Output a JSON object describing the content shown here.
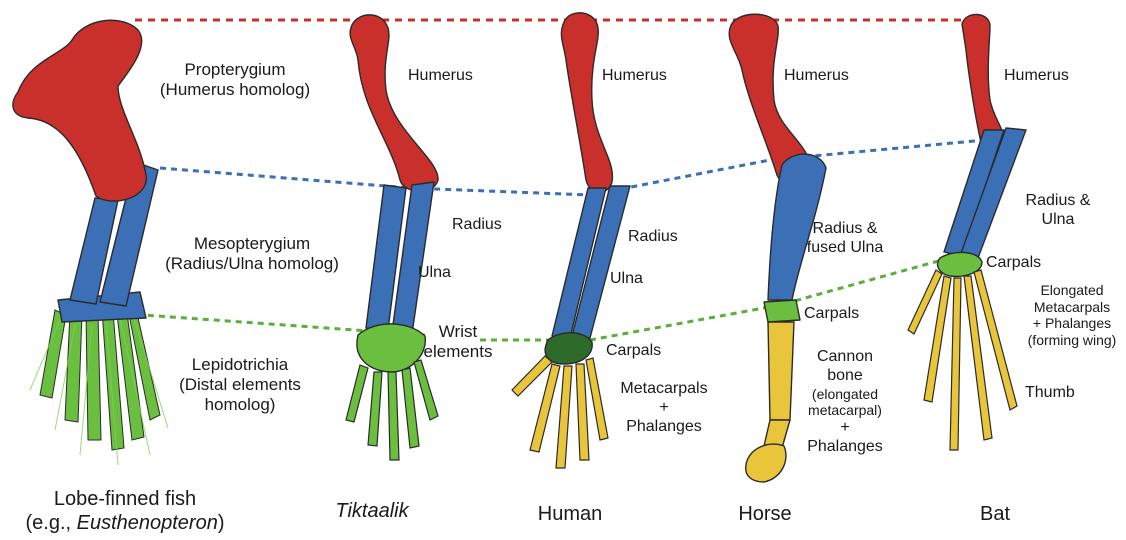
{
  "colors": {
    "humerus": "#c9302c",
    "radius_ulna": "#3b6fb6",
    "distal_fish": "#6bbf3f",
    "carpal_dark": "#2e6b2a",
    "distal_mammal": "#e8c53a",
    "line_red": "#c9302c",
    "line_blue": "#3b6fb6",
    "line_green": "#5aae3a"
  },
  "labels": {
    "propterygium": "Propterygium",
    "propterygium_sub": "(Humerus homolog)",
    "mesopterygium": "Mesopterygium",
    "mesopterygium_sub": "(Radius/Ulna homolog)",
    "lepidotrichia": "Lepidotrichia",
    "lepidotrichia_sub1": "(Distal elements",
    "lepidotrichia_sub2": "homolog)",
    "tik_humerus": "Humerus",
    "tik_radius": "Radius",
    "tik_ulna": "Ulna",
    "wrist1": "Wrist",
    "wrist2": "elements",
    "hum_humerus": "Humerus",
    "hum_radius": "Radius",
    "hum_ulna": "Ulna",
    "hum_carpals": "Carpals",
    "hum_meta1": "Metacarpals",
    "hum_meta2": "+",
    "hum_meta3": "Phalanges",
    "horse_humerus": "Humerus",
    "horse_radius1": "Radius &",
    "horse_radius2": "fused Ulna",
    "horse_carpals": "Carpals",
    "horse_cannon1": "Cannon",
    "horse_cannon2": "bone",
    "horse_cannon3": "(elongated",
    "horse_cannon4": "metacarpal)",
    "horse_cannon5": "+",
    "horse_cannon6": "Phalanges",
    "bat_humerus": "Humerus",
    "bat_radius1": "Radius &",
    "bat_radius2": "Ulna",
    "bat_carpals": "Carpals",
    "bat_elong1": "Elongated",
    "bat_elong2": "Metacarpals",
    "bat_elong3": "+ Phalanges",
    "bat_elong4": "(forming wing)",
    "bat_thumb": "Thumb"
  },
  "captions": {
    "fish_line1": "Lobe-finned fish",
    "fish_line2_prefix": "(e.g., ",
    "fish_line2_italic": "Eusthenopteron",
    "fish_line2_suffix": ")",
    "tiktaalik": "Tiktaalik",
    "human": "Human",
    "horse": "Horse",
    "bat": "Bat"
  }
}
